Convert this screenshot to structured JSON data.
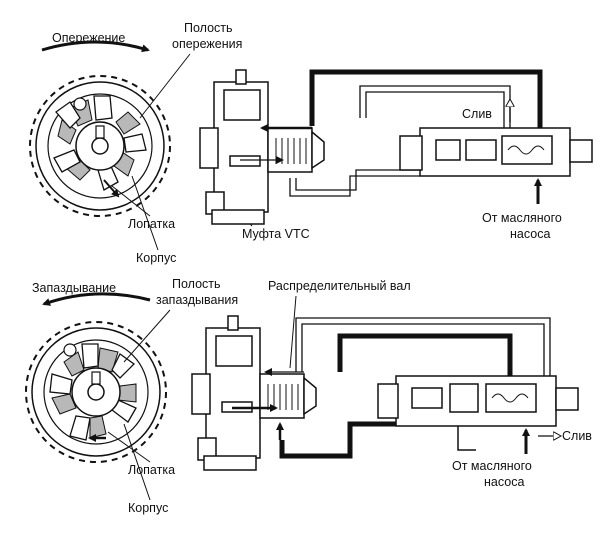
{
  "top": {
    "direction": "Опережение",
    "cavity_line1": "Полость",
    "cavity_line2": "опережения",
    "vane": "Лопатка",
    "housing": "Корпус",
    "clutch": "Муфта VTC",
    "drain": "Слив",
    "pump_line1": "От масляного",
    "pump_line2": "насоса"
  },
  "bottom": {
    "direction": "Запаздывание",
    "cavity_line1": "Полость",
    "cavity_line2": "запаздывания",
    "camshaft": "Распределительный вал",
    "vane": "Лопатка",
    "housing": "Корпус",
    "drain": "Слив",
    "pump_line1": "От масляного",
    "pump_line2": "насоса"
  },
  "colors": {
    "ink": "#111111",
    "cavity_fill": "#b8b8b8",
    "background": "#ffffff"
  }
}
